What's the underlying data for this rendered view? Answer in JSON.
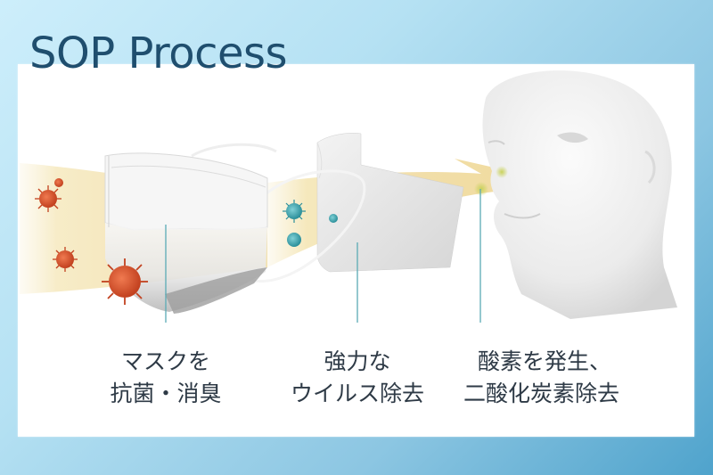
{
  "title": "SOP Process",
  "colors": {
    "title": "#1f4e6e",
    "label_text": "#2e3a46",
    "background_light": "#cdeefb",
    "background_dark": "#4fa3cc",
    "panel": "#ffffff",
    "airflow": "#f1dfa6",
    "virus_red": "#d9532e",
    "virus_teal": "#3aa3ad",
    "particle_green": "#b9c95a",
    "callout_line": "#5aaab5"
  },
  "stages": [
    {
      "name": "mask",
      "icon": "surgical-mask-icon",
      "line1": "マスクを",
      "line2": "抗菌・消臭"
    },
    {
      "name": "filter",
      "icon": "filter-sheet-icon",
      "line1": "強力な",
      "line2": "ウイルス除去"
    },
    {
      "name": "breathing",
      "icon": "human-head-icon",
      "line1": "酸素を発生、",
      "line2": "二酸化炭素除去"
    }
  ]
}
